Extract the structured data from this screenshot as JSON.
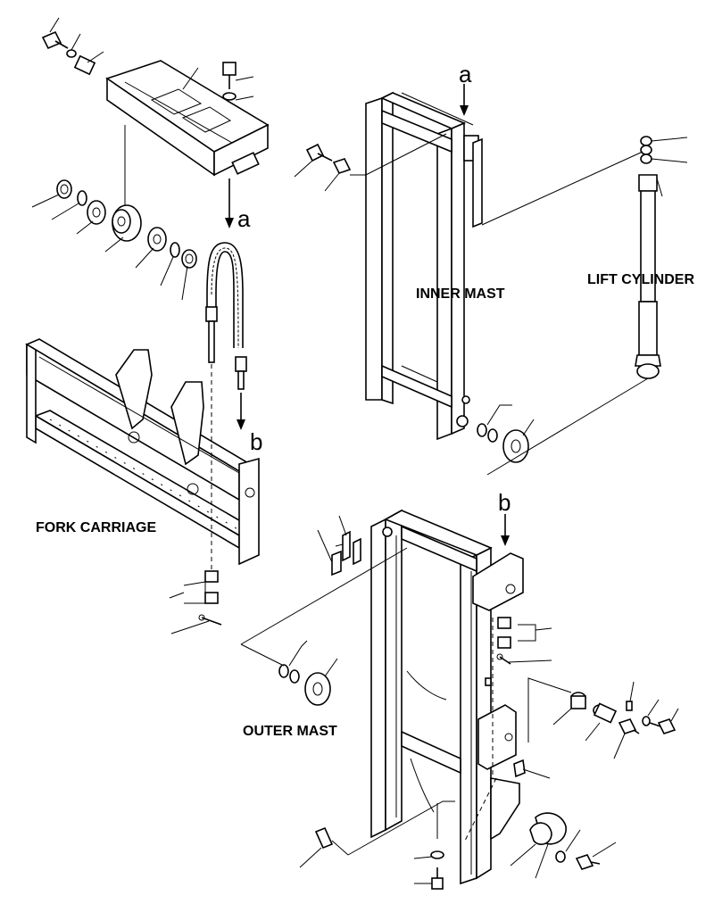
{
  "labels": {
    "inner_mast": "INNER MAST",
    "lift_cylinder": "LIFT CYLINDER",
    "fork_carriage": "FORK CARRIAGE",
    "outer_mast": "OUTER MAST"
  },
  "markers": {
    "a_top": "a",
    "a_bottom": "a",
    "b_top": "b",
    "b_bottom": "b"
  }
}
